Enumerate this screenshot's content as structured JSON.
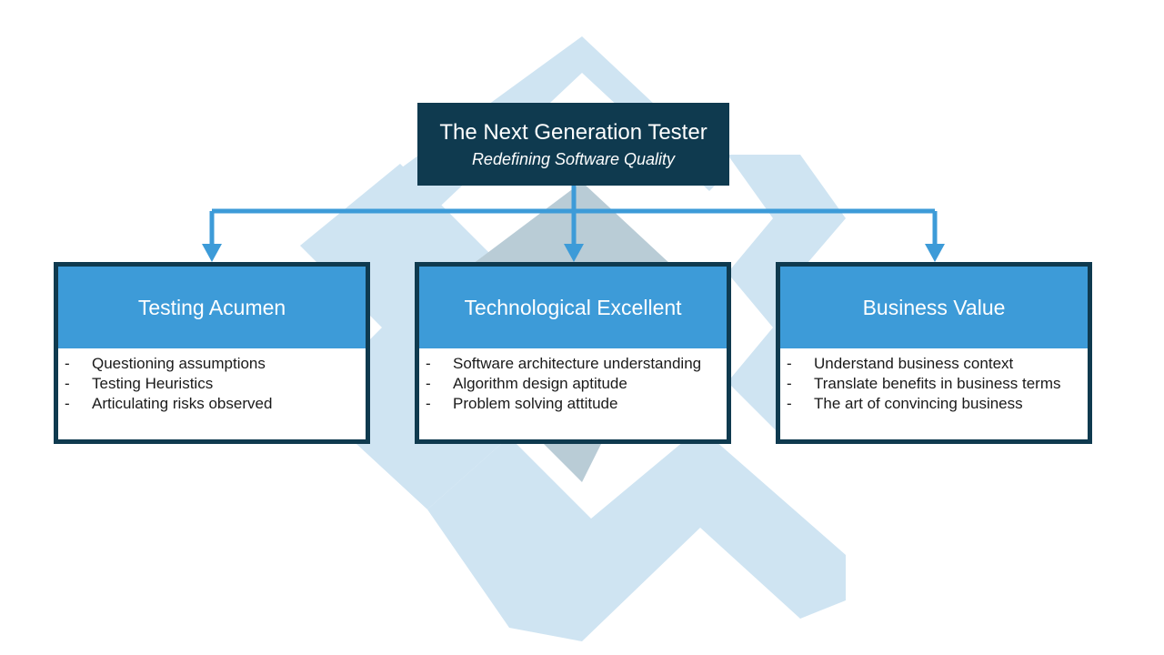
{
  "root": {
    "title": "The Next Generation Tester",
    "subtitle": "Redefining Software Quality"
  },
  "cards": [
    {
      "title": "Testing Acumen",
      "items": [
        "Questioning assumptions",
        "Testing Heuristics",
        "Articulating risks observed"
      ]
    },
    {
      "title": "Technological Excellent",
      "items": [
        "Software architecture understanding",
        "Algorithm design aptitude",
        "Problem solving attitude"
      ]
    },
    {
      "title": "Business Value",
      "items": [
        "Understand business context",
        "Translate benefits in business terms",
        "The art of convincing business"
      ]
    }
  ],
  "bullet": "-",
  "colors": {
    "dark": "#0f3a4f",
    "accent": "#3d9bd8",
    "watermark": "#cfe4f2"
  }
}
